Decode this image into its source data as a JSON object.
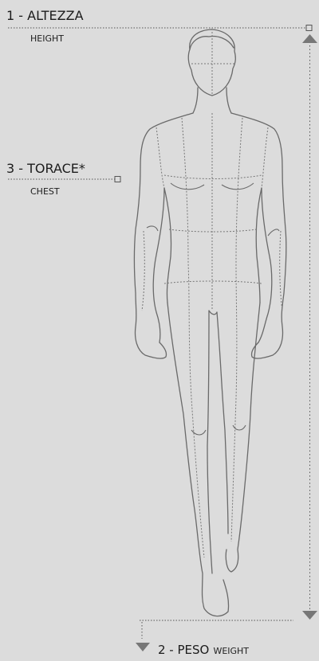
{
  "measurements": {
    "height": {
      "label": "1 - ALTEZZA",
      "sub": "HEIGHT"
    },
    "chest": {
      "label": "3 - TORACE*",
      "sub": "CHEST"
    },
    "weight": {
      "label": "2 - PESO",
      "sub": "WEIGHT"
    }
  },
  "colors": {
    "background": "#dcdcdc",
    "line": "#6a6a6a",
    "guide": "#555555"
  }
}
